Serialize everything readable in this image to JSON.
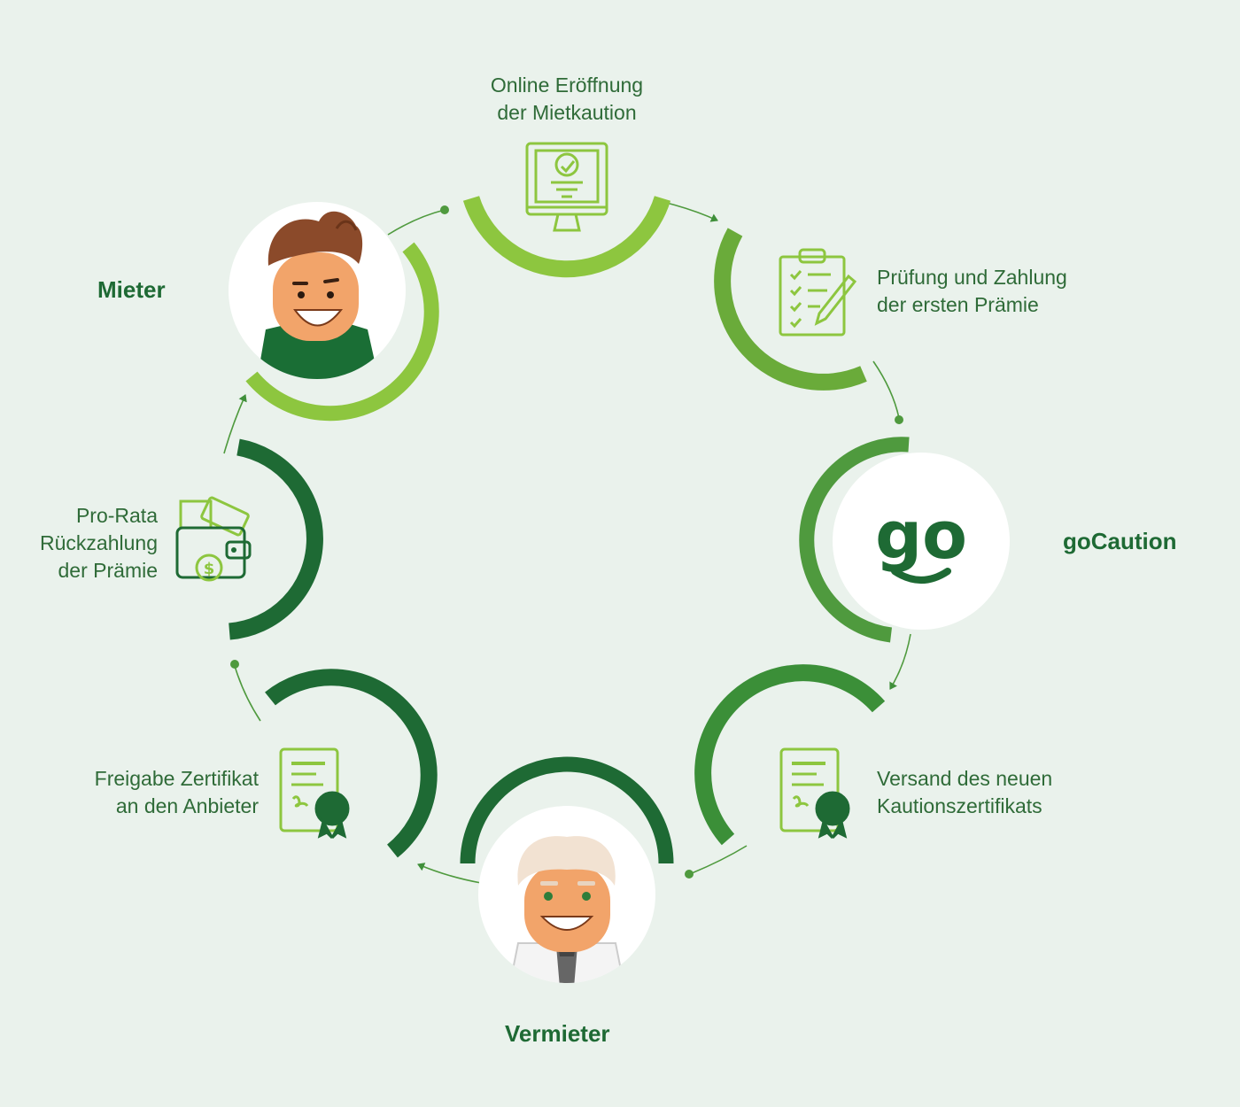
{
  "colors": {
    "background": "#eaf2ec",
    "light_green": "#8dc63f",
    "mid_green": "#5a9e32",
    "dark_green": "#1e6a34",
    "text_green": "#2f6b38"
  },
  "actors": {
    "tenant": "Mieter",
    "company": "goCaution",
    "company_logo": "go",
    "landlord": "Vermieter"
  },
  "steps": {
    "online_opening": [
      "Online Eröffnung",
      "der Mietkaution"
    ],
    "review_payment": [
      "Prüfung und Zahlung",
      "der ersten Prämie"
    ],
    "send_certificate": [
      "Versand des neuen",
      "Kautionszertifikats"
    ],
    "release_certificate": [
      "Freigabe Zertifikat",
      "an den Anbieter"
    ],
    "prorata_refund": [
      "Pro-Rata",
      "Rückzahlung",
      "der Prämie"
    ]
  },
  "icons": {
    "online_opening": "computer-monitor-icon",
    "review_payment": "clipboard-checklist-icon",
    "send_certificate": "certificate-icon",
    "release_certificate": "certificate-icon",
    "prorata_refund": "wallet-money-icon"
  }
}
